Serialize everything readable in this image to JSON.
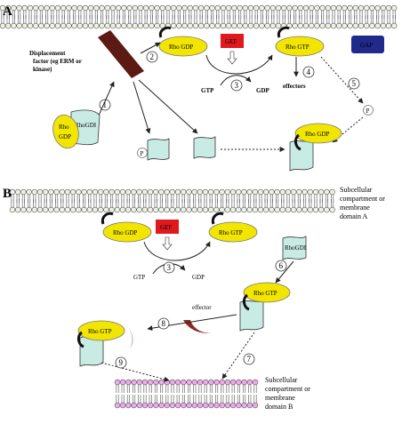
{
  "panel_a": {
    "letter": "A",
    "displacement_factor": [
      "Displacement",
      "factor (eg ERM or",
      "kinase)"
    ],
    "rhogdi": "RhoGDI",
    "rho": "Rho",
    "gdp": "GDP",
    "rho_gdp": "Rho GDP",
    "rho_gtp": "Rho GTP",
    "gef": "GEF",
    "gap": "GAP",
    "gtp": "GTP",
    "gdp_out": "GDP",
    "effectors": "effectors",
    "p": "P",
    "steps": [
      "1",
      "2",
      "3",
      "4",
      "5"
    ]
  },
  "panel_b": {
    "letter": "B",
    "rho_gdp": "Rho GDP",
    "rho_gtp": "Rho GTP",
    "gef": "GEF",
    "gtp": "GTP",
    "gdp": "GDP",
    "rhogdi": "RhoGDI",
    "effector": "effector",
    "compartment_a": [
      "Subcellular",
      "compartment or",
      "membrane",
      "domain A"
    ],
    "compartment_b": [
      "Subcellular",
      "compartment or",
      "membrane",
      "domain B"
    ],
    "steps": [
      "3",
      "6",
      "7",
      "8",
      "9"
    ]
  },
  "colors": {
    "rho_fill": "#f2e600",
    "gdi_fill": "#c8ece4",
    "gef_fill": "#e0191e",
    "gap_fill": "#1f2a8a",
    "displacement_fill": "#5c1a14",
    "effector_fill": "#8c2a1e",
    "membrane_a_head": "#eef3e6",
    "membrane_b_head": "#f0a8ee"
  },
  "icons": [
    "membrane-bilayer",
    "rho-ellipse",
    "rhogdi-shape",
    "step-circle",
    "phosphate-circle",
    "effector-crescent"
  ]
}
